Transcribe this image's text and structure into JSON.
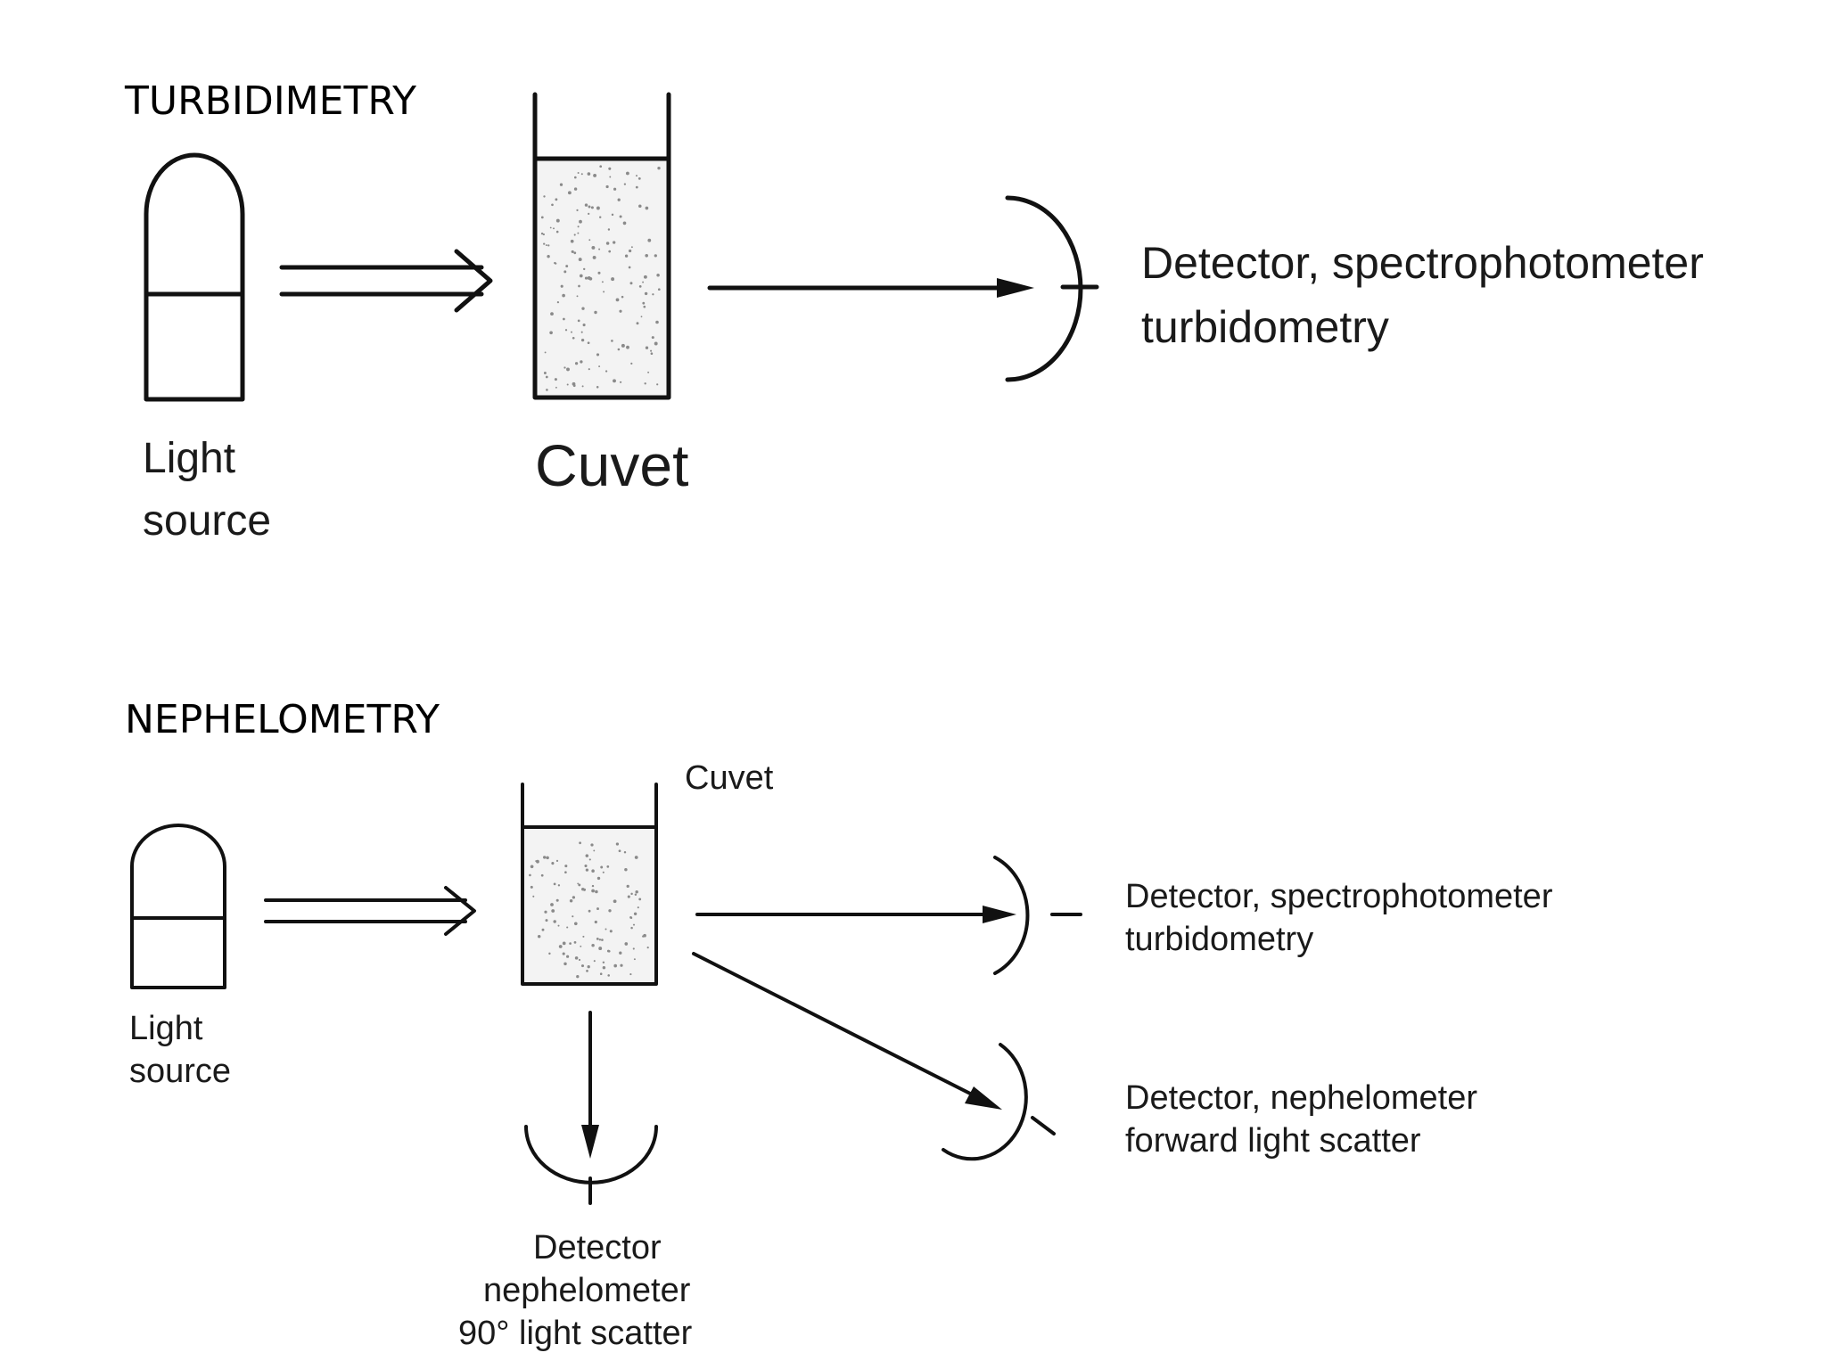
{
  "turbidimetry": {
    "title": "TURBIDIMETRY",
    "light_source_line1": "Light",
    "light_source_line2": "source",
    "cuvet_label": "Cuvet",
    "detector_line1": "Detector, spectrophotometer",
    "detector_line2": "turbidometry"
  },
  "nephelometry": {
    "title": "NEPHELOMETRY",
    "cuvet_label": "Cuvet",
    "light_source_line1": "Light",
    "light_source_line2": "source",
    "detector_turbid_line1": "Detector, spectrophotometer",
    "detector_turbid_line2": "turbidometry",
    "detector_forward_line1": "Detector, nephelometer",
    "detector_forward_line2": "forward light scatter",
    "detector_90_line1": "Detector",
    "detector_90_line2": "nephelometer",
    "detector_90_line3": "90° light scatter"
  }
}
